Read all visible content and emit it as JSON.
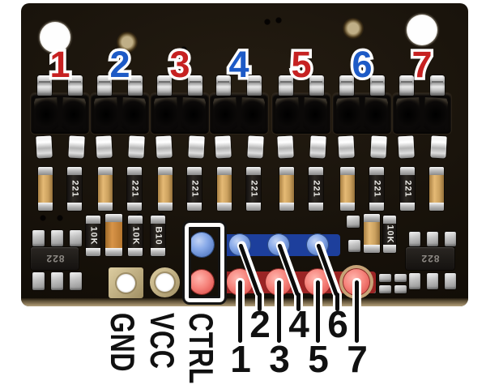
{
  "annotations": {
    "channel_numbers": [
      {
        "label": "1",
        "color": "#c62121"
      },
      {
        "label": "2",
        "color": "#1d5ac6"
      },
      {
        "label": "3",
        "color": "#c62121"
      },
      {
        "label": "4",
        "color": "#1d5ac6"
      },
      {
        "label": "5",
        "color": "#c62121"
      },
      {
        "label": "6",
        "color": "#1d5ac6"
      },
      {
        "label": "7",
        "color": "#c62121"
      }
    ],
    "pin_labels": [
      {
        "label": "GND"
      },
      {
        "label": "VCC"
      },
      {
        "label": "CTRL"
      }
    ],
    "even_pins": [
      {
        "label": "2"
      },
      {
        "label": "4"
      },
      {
        "label": "6"
      }
    ],
    "odd_pins": [
      {
        "label": "1"
      },
      {
        "label": "3"
      },
      {
        "label": "5"
      },
      {
        "label": "7"
      }
    ]
  },
  "silkscreen": {
    "sensor_resistor_marking": "221",
    "left_resistor_markings": [
      "10K",
      "10K",
      "B10"
    ],
    "right_resistor_marking": "10K",
    "transistor_marking": "822"
  },
  "colors": {
    "annotation_red": "#c62121",
    "annotation_blue": "#1d5ac6",
    "blue_bus": "#1d3f9c",
    "red_bus": "#9b2424",
    "blue_pin": "#7ca0e8",
    "red_pin": "#ef6f6a",
    "board": "#17110b",
    "board_edge": "#8a795c",
    "pad_tan": "#c9b88c"
  }
}
